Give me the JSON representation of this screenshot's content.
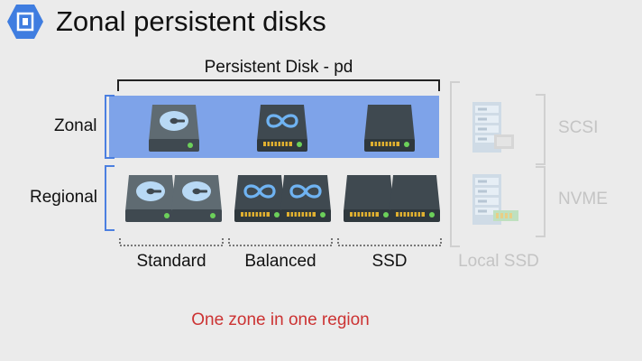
{
  "title": "Zonal persistent disks",
  "persistent_disk_label": "Persistent Disk - pd",
  "rows": {
    "zonal": "Zonal",
    "regional": "Regional"
  },
  "columns": {
    "standard": "Standard",
    "balanced": "Balanced",
    "ssd": "SSD"
  },
  "local_ssd": {
    "label": "Local SSD",
    "scsi": "SCSI",
    "nvme": "NVME"
  },
  "footnote": "One zone in one region",
  "colors": {
    "background": "#ebebeb",
    "zonal_highlight": "#7ea3e9",
    "bracket_blue": "#4b7fe0",
    "disk_body": "#3f4950",
    "disk_lid": "#5f6b72",
    "platter": "#b8d9f5",
    "status_led": "#6cd05a",
    "gold_pins": "#e0b030",
    "footnote_red": "#cc3333",
    "inactive_gray": "#c4c4c4"
  },
  "icons": [
    "gcp-hexagon-icon",
    "hdd-icon",
    "balanced-disk-icon",
    "ssd-icon",
    "server-icon"
  ]
}
